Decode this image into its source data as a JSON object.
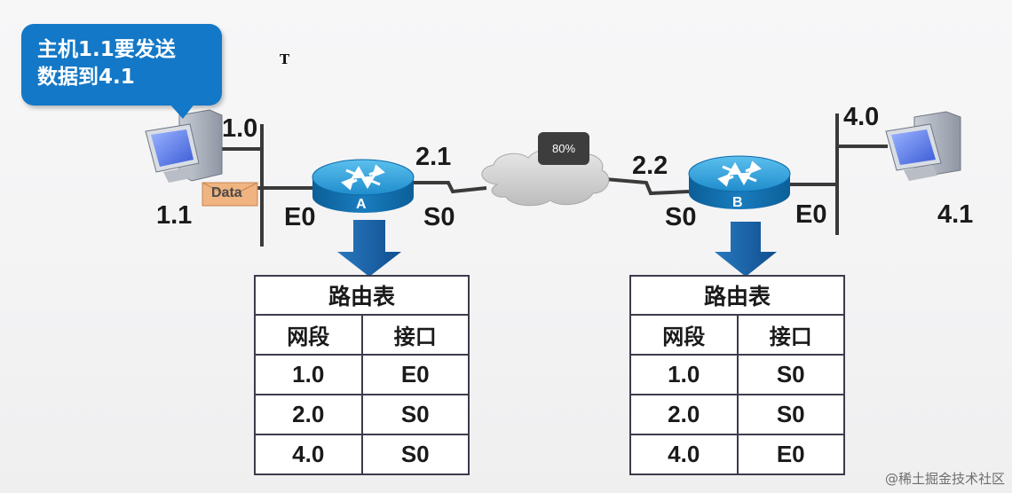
{
  "callout": {
    "line1": "主机1.1要发送",
    "line2": "数据到4.1"
  },
  "cursor_glyph": "T",
  "envelope_label": "Data",
  "tooltip": "80%",
  "labels": {
    "net_left": "1.0",
    "host_left": "1.1",
    "e0_left": "E0",
    "router_a": "A",
    "s0_a": "S0",
    "serial_a": "2.1",
    "serial_b": "2.2",
    "s0_b": "S0",
    "router_b": "B",
    "e0_right": "E0",
    "net_right": "4.0",
    "host_right": "4.1"
  },
  "table_a": {
    "title": "路由表",
    "headers": [
      "网段",
      "接口"
    ],
    "rows": [
      [
        "1.0",
        "E0"
      ],
      [
        "2.0",
        "S0"
      ],
      [
        "4.0",
        "S0"
      ]
    ]
  },
  "table_b": {
    "title": "路由表",
    "headers": [
      "网段",
      "接口"
    ],
    "rows": [
      [
        "1.0",
        "S0"
      ],
      [
        "2.0",
        "S0"
      ],
      [
        "4.0",
        "E0"
      ]
    ]
  },
  "watermark": "@稀土掘金技术社区",
  "colors": {
    "callout": "#1378c7",
    "router_top": "#3aa6dd",
    "router_side": "#0d6aa8",
    "arrow": "#1762a8",
    "envelope": "#f0b480",
    "line": "#3a3a3a"
  }
}
